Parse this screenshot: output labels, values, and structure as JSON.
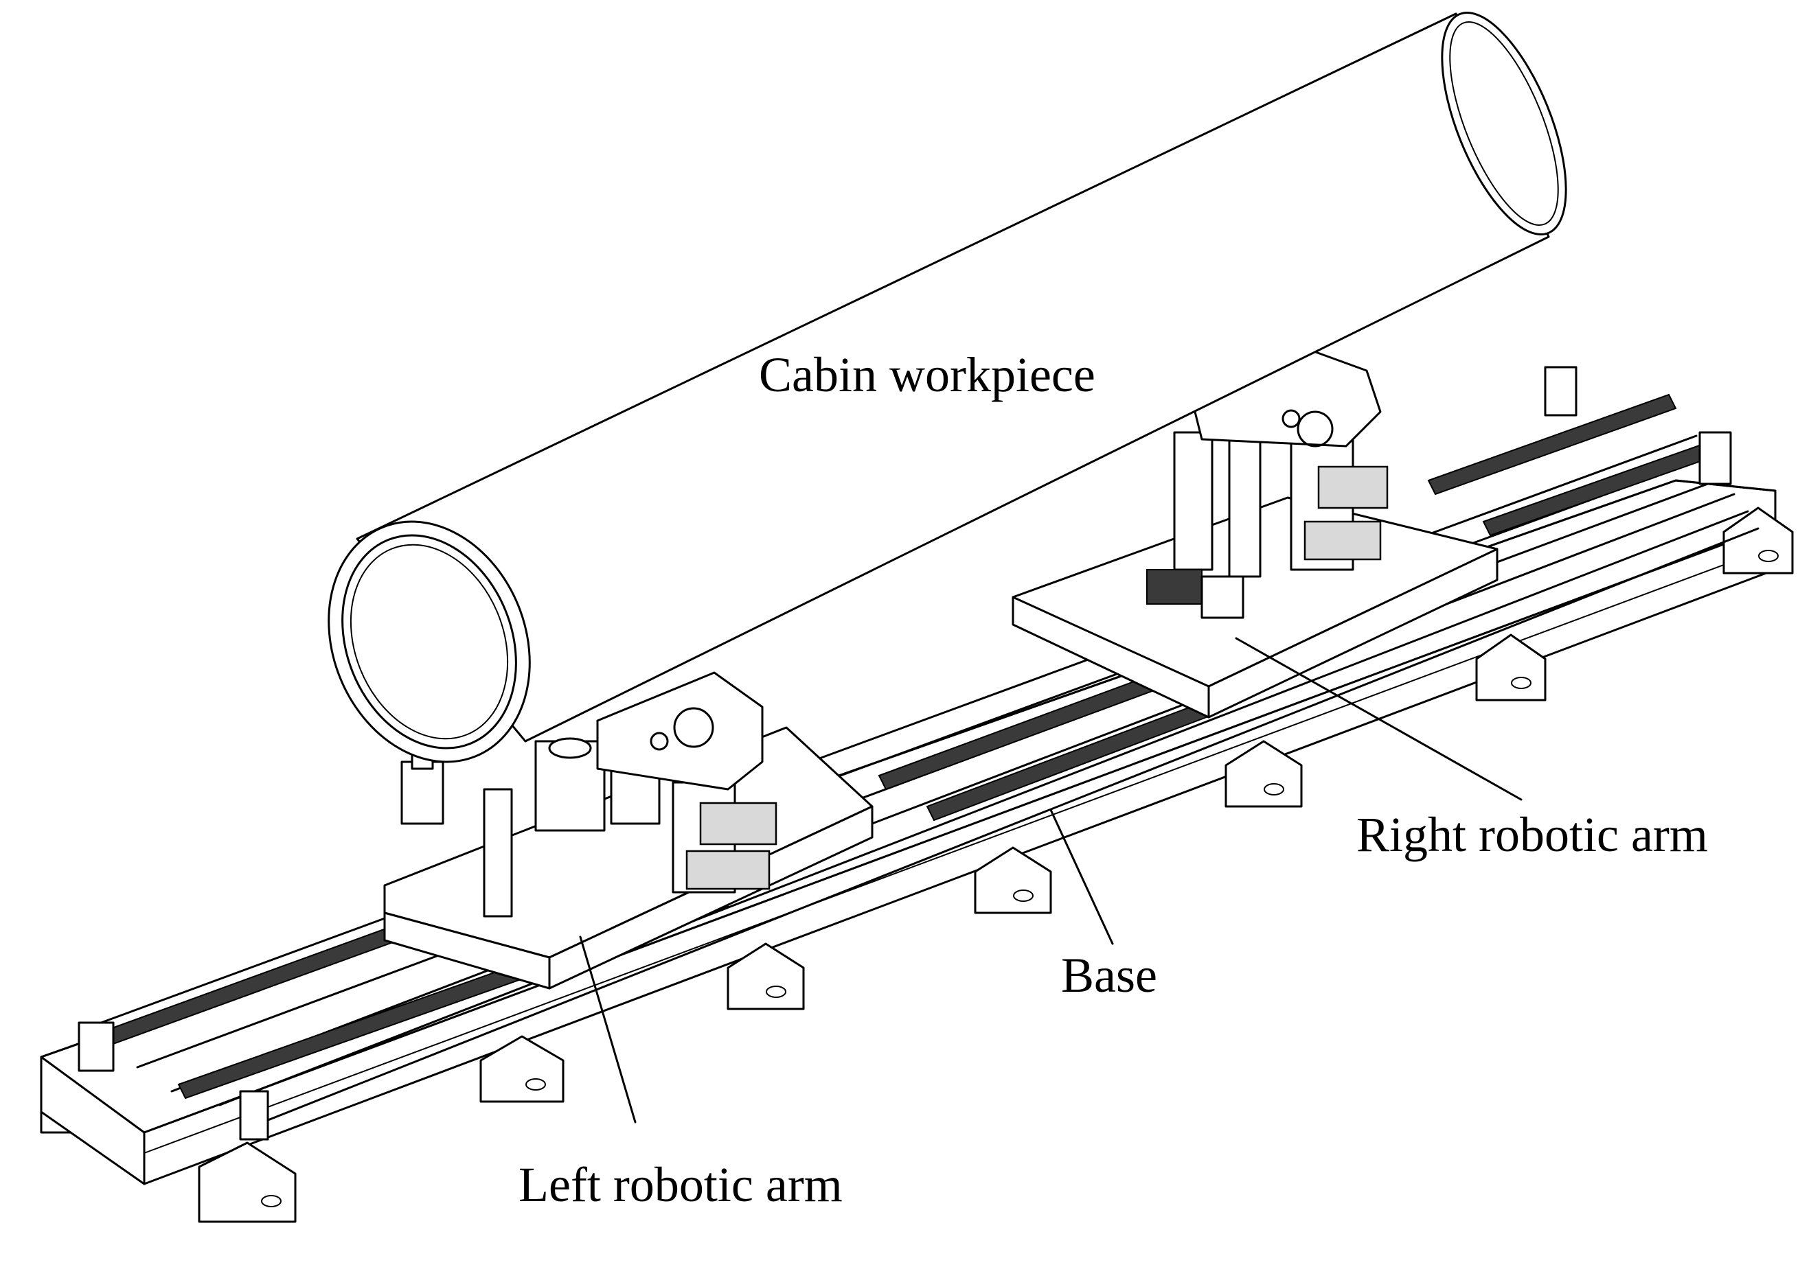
{
  "figure": {
    "labels": {
      "cabin": "Cabin workpiece",
      "right_arm": "Right robotic arm",
      "base": "Base",
      "left_arm": "Left robotic arm"
    }
  }
}
